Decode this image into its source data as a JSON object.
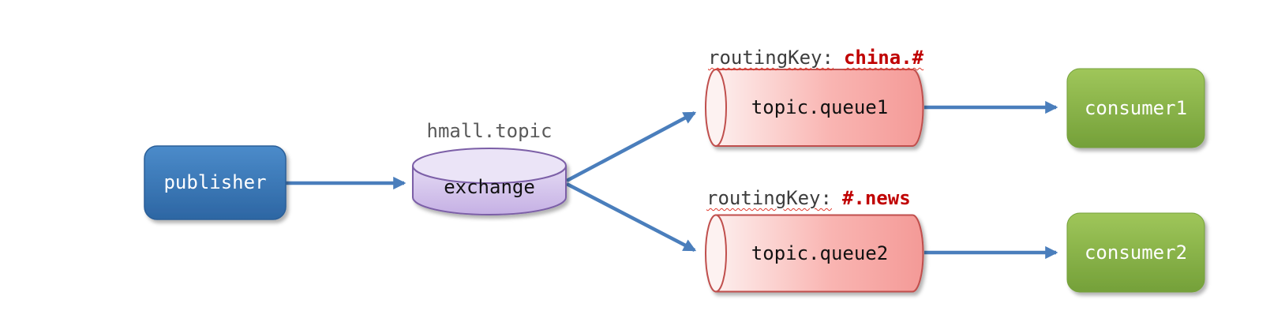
{
  "publisher": {
    "label": "publisher"
  },
  "exchange": {
    "title": "hmall.topic",
    "label": "exchange"
  },
  "queues": [
    {
      "label": "topic.queue1",
      "routing_key_prefix": "routingKey:",
      "routing_key": "china.#"
    },
    {
      "label": "topic.queue2",
      "routing_key_prefix": "routingKey:",
      "routing_key": "#.news"
    }
  ],
  "consumers": [
    {
      "label": "consumer1"
    },
    {
      "label": "consumer2"
    }
  ],
  "edges": [
    {
      "from": "publisher",
      "to": "exchange"
    },
    {
      "from": "exchange",
      "to": "topic.queue1"
    },
    {
      "from": "exchange",
      "to": "topic.queue2"
    },
    {
      "from": "topic.queue1",
      "to": "consumer1"
    },
    {
      "from": "topic.queue2",
      "to": "consumer2"
    }
  ],
  "colors": {
    "publisher_fill": "#3a78b9",
    "consumer_fill": "#85ad41",
    "queue_fill": "#f9b3b0",
    "queue_stroke": "#c0504d",
    "exchange_fill": "#d3c5ed",
    "exchange_stroke": "#7b5ea7",
    "arrow": "#4a7ebc",
    "routing_key_text": "#3d3d3d",
    "routing_key_value": "#c00000",
    "exchange_title_text": "#595959",
    "squiggle": "#e0382c"
  }
}
